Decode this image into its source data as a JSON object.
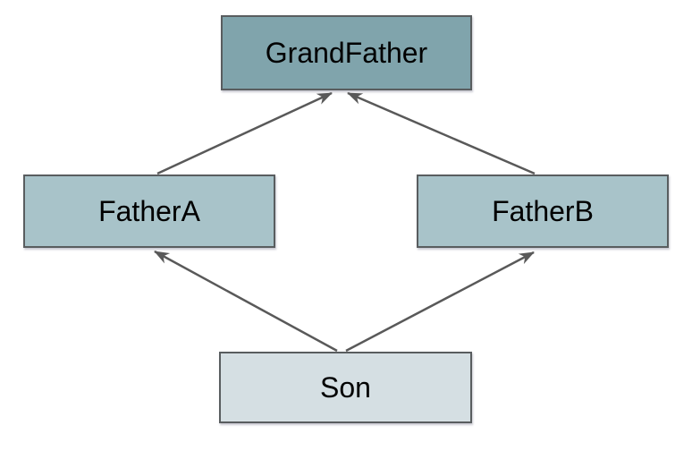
{
  "diagram": {
    "type": "inheritance-hierarchy",
    "background_color": "#ffffff",
    "node_border_color": "#595d5f",
    "arrow_color": "#595959",
    "text_color": "#000000",
    "nodes": [
      {
        "id": "grandfather",
        "label": "GrandFather",
        "fill": "#80a4ac",
        "row": "top"
      },
      {
        "id": "fathera",
        "label": "FatherA",
        "fill": "#a8c3c9",
        "row": "middle-left"
      },
      {
        "id": "fatherb",
        "label": "FatherB",
        "fill": "#a8c3c9",
        "row": "middle-right"
      },
      {
        "id": "son",
        "label": "Son",
        "fill": "#d5dfe3",
        "row": "bottom"
      }
    ],
    "edges": [
      {
        "from": "FatherA",
        "to": "GrandFather",
        "style": "arrow"
      },
      {
        "from": "FatherB",
        "to": "GrandFather",
        "style": "arrow"
      },
      {
        "from": "Son",
        "to": "FatherA",
        "style": "arrow"
      },
      {
        "from": "Son",
        "to": "FatherB",
        "style": "arrow"
      }
    ]
  }
}
